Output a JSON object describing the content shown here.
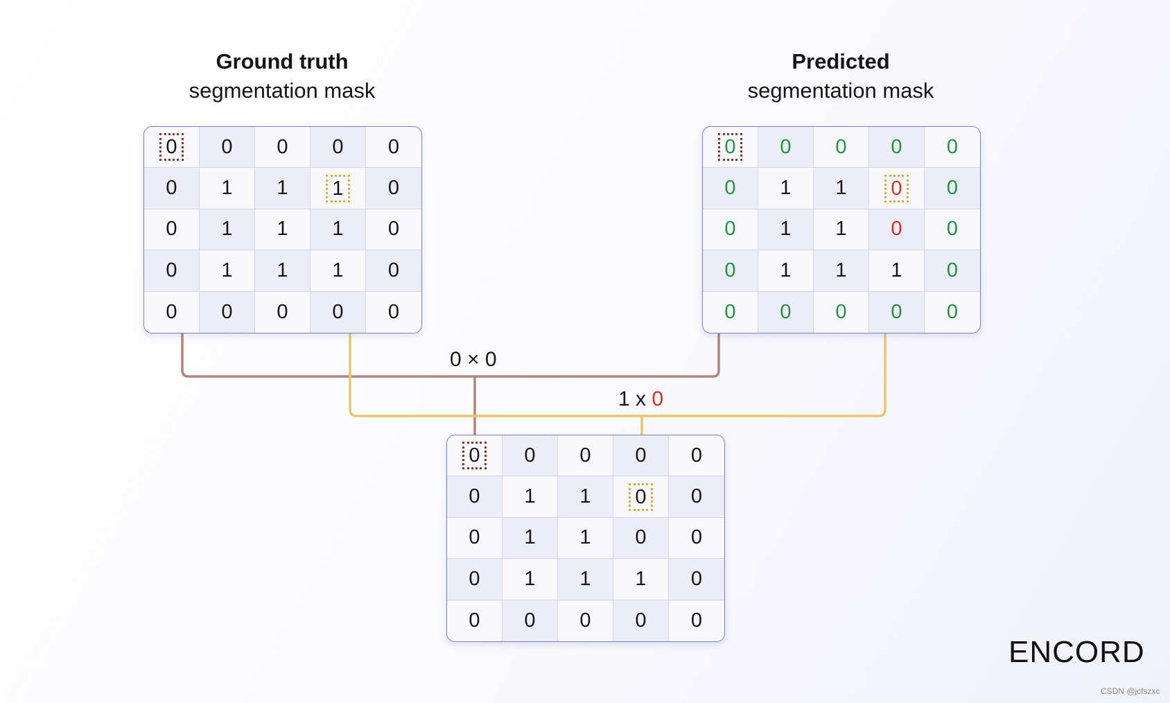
{
  "titles": {
    "ground_truth": {
      "bold": "Ground truth",
      "light": "segmentation mask"
    },
    "predicted": {
      "bold": "Predicted",
      "light": "segmentation mask"
    }
  },
  "ground_truth": [
    [
      "0",
      "0",
      "0",
      "0",
      "0"
    ],
    [
      "0",
      "1",
      "1",
      "1",
      "0"
    ],
    [
      "0",
      "1",
      "1",
      "1",
      "0"
    ],
    [
      "0",
      "1",
      "1",
      "1",
      "0"
    ],
    [
      "0",
      "0",
      "0",
      "0",
      "0"
    ]
  ],
  "predicted": [
    [
      "0",
      "0",
      "0",
      "0",
      "0"
    ],
    [
      "0",
      "1",
      "1",
      "0",
      "0"
    ],
    [
      "0",
      "1",
      "1",
      "0",
      "0"
    ],
    [
      "0",
      "1",
      "1",
      "1",
      "0"
    ],
    [
      "0",
      "0",
      "0",
      "0",
      "0"
    ]
  ],
  "predicted_colors": [
    [
      "green",
      "green",
      "green",
      "green",
      "green"
    ],
    [
      "green",
      "black",
      "black",
      "red",
      "green"
    ],
    [
      "green",
      "black",
      "black",
      "red",
      "green"
    ],
    [
      "green",
      "black",
      "black",
      "black",
      "green"
    ],
    [
      "green",
      "green",
      "green",
      "green",
      "green"
    ]
  ],
  "result": [
    [
      "0",
      "0",
      "0",
      "0",
      "0"
    ],
    [
      "0",
      "1",
      "1",
      "0",
      "0"
    ],
    [
      "0",
      "1",
      "1",
      "0",
      "0"
    ],
    [
      "0",
      "1",
      "1",
      "1",
      "0"
    ],
    [
      "0",
      "0",
      "0",
      "0",
      "0"
    ]
  ],
  "highlights": {
    "ground_truth": [
      {
        "row": 0,
        "col": 0,
        "style": "brown"
      },
      {
        "row": 1,
        "col": 3,
        "style": "gold"
      }
    ],
    "predicted": [
      {
        "row": 0,
        "col": 0,
        "style": "brown"
      },
      {
        "row": 1,
        "col": 3,
        "style": "gold"
      }
    ],
    "result": [
      {
        "row": 0,
        "col": 0,
        "style": "brown"
      },
      {
        "row": 1,
        "col": 3,
        "style": "gold"
      }
    ]
  },
  "formulas": {
    "f1": {
      "text": "0 × 0"
    },
    "f2": {
      "text_a": "1 x ",
      "text_b": "0"
    }
  },
  "colors": {
    "green": "#22913f",
    "red": "#d92c22",
    "brown_wire": "#b0857b",
    "gold_wire": "#e8c66a"
  },
  "logo": "ENCORD",
  "watermark": "CSDN @jcfszxc"
}
